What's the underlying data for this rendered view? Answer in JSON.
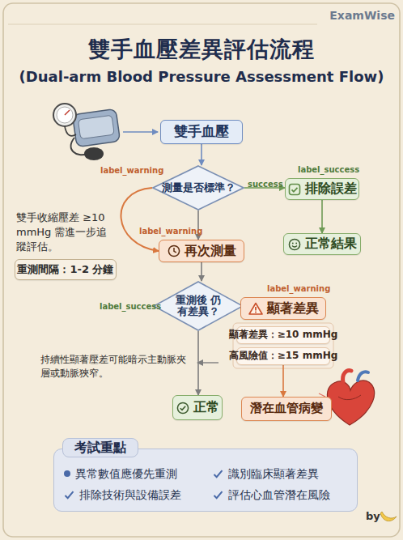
{
  "diagram": {
    "title": "雙手血壓差異評估流程",
    "nodes": [
      {
        "text": [
          "雙手血壓"
        ]
      },
      {
        "text": [
          "測量是否標準？"
        ]
      },
      {
        "text": [
          "排除誤差"
        ]
      },
      {
        "text": [
          "正常結果"
        ]
      },
      {
        "text": [
          "再次測量"
        ]
      },
      {
        "text": [
          "重測間隔：1-2 分鐘"
        ]
      },
      {
        "text": [
          "重測後 仍有差異？"
        ]
      },
      {
        "text": [
          "顯著差異"
        ]
      },
      {
        "text": [
          "顯著差異：≥10 mmHg"
        ]
      },
      {
        "text": [
          "高風險值：≥15 mmHg"
        ]
      },
      {
        "text": [
          "正常"
        ]
      },
      {
        "text": [
          "潛在血管病變"
        ]
      },
      {
        "text": [
          "考試重點",
          "異常數值應優先重測",
          "識別臨床顯著差異",
          "排除技術與設備誤差",
          "評估心血管潛在風險"
        ]
      }
    ],
    "edges": [
      {
        "from": 0,
        "to": 1,
        "arrow": "to"
      },
      {
        "from": 1,
        "to": 2,
        "label": "success",
        "arrow": "to"
      },
      {
        "from": 2,
        "to": 3,
        "arrow": "to"
      },
      {
        "from": 1,
        "to": 4,
        "label": "label_warning",
        "arrow": "to"
      },
      {
        "from": 1,
        "to": 4,
        "label": "label_warning",
        "arrow": "to"
      },
      {
        "from": 4,
        "to": 6,
        "arrow": "to"
      },
      {
        "from": 6,
        "to": 7,
        "arrow": "to"
      },
      {
        "from": 6,
        "to": 10,
        "arrow": "to"
      },
      {
        "from": 9,
        "to": 11,
        "arrow": "to"
      }
    ],
    "labels": [
      "ExamWise",
      "(Dual-arm Blood Pressure Assessment Flow)",
      "label_success",
      "雙手收縮壓差 ≥10 mmHg 需進一步追蹤評估。",
      "label_warning",
      "label_success",
      "持續性顯著壓差可能暗示主動脈夾層或動脈狹窄。",
      "by"
    ]
  }
}
